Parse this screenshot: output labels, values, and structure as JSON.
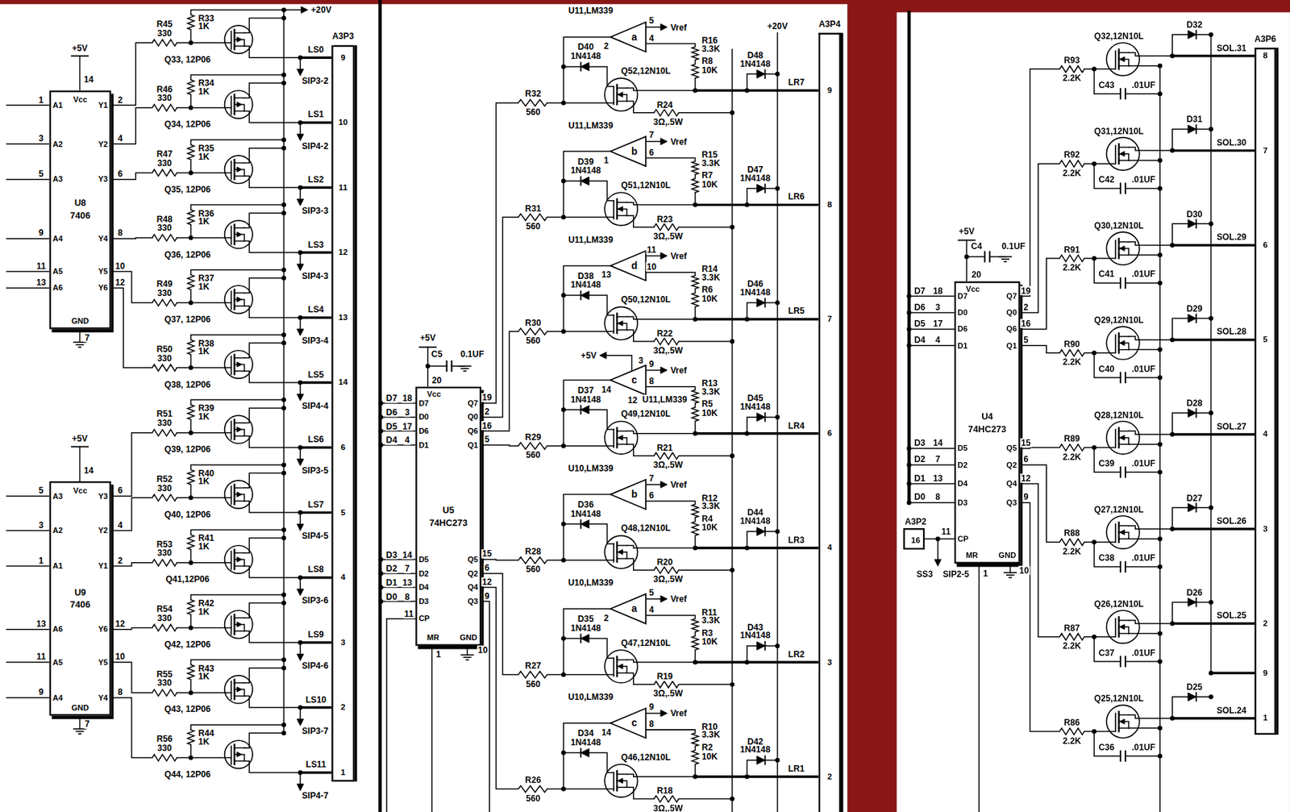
{
  "diagram": {
    "nodes": [
      {
        "text": [
          "Vcc",
          "A1",
          "A2",
          "A3",
          "A4",
          "A5",
          "A6",
          "Y1",
          "Y2",
          "Y3",
          "Y4",
          "Y5",
          "Y6",
          "U8",
          "7406",
          "GND"
        ]
      },
      {
        "text": [
          "Vcc",
          "A3",
          "A2",
          "A1",
          "A6",
          "A5",
          "A4",
          "Y3",
          "Y2",
          "Y1",
          "Y6",
          "Y5",
          "Y4",
          "U9",
          "7406",
          "GND"
        ]
      },
      {
        "text": [
          "A3P3",
          "9",
          "10",
          "11",
          "12",
          "13",
          "14",
          "6",
          "5",
          "4",
          "3",
          "2",
          "1"
        ]
      },
      {
        "text": [
          "Vcc",
          "D7",
          "D0",
          "D6",
          "D1",
          "D5",
          "D2",
          "D4",
          "D3",
          "CP",
          "MR",
          "GND",
          "Q7",
          "Q0",
          "Q6",
          "Q1",
          "Q5",
          "Q2",
          "Q4",
          "Q3",
          "U5",
          "74HC273"
        ]
      },
      {
        "text": [
          "a"
        ]
      },
      {
        "text": [
          "b"
        ]
      },
      {
        "text": [
          "d"
        ]
      },
      {
        "text": [
          "c"
        ]
      },
      {
        "text": [
          "b"
        ]
      },
      {
        "text": [
          "a"
        ]
      },
      {
        "text": [
          "c"
        ]
      },
      {
        "text": [
          "A3P4",
          "9",
          "8",
          "7",
          "6",
          "4",
          "3",
          "2"
        ]
      },
      {
        "text": [
          "Vcc",
          "D7",
          "D0",
          "D6",
          "D1",
          "D5",
          "D2",
          "D4",
          "D3",
          "CP",
          "MR",
          "GND",
          "Q7",
          "Q0",
          "Q6",
          "Q1",
          "Q5",
          "Q2",
          "Q4",
          "Q3",
          "U4",
          "74HC273"
        ]
      },
      {
        "text": [
          "A3P2",
          "16"
        ]
      },
      {
        "text": [
          "A3P6",
          "8",
          "7",
          "6",
          "5",
          "4",
          "3",
          "2",
          "9",
          "1"
        ]
      }
    ],
    "labels": [
      "+5V",
      "14",
      "7",
      "1",
      "3",
      "5",
      "9",
      "11",
      "13",
      "2",
      "4",
      "6",
      "8",
      "10",
      "12",
      "+5V",
      "14",
      "7",
      "5",
      "3",
      "1",
      "13",
      "11",
      "9",
      "6",
      "4",
      "2",
      "12",
      "10",
      "8",
      "+20V",
      "R45",
      "330",
      "R33",
      "1K",
      "Q33, 12P06",
      "LS0",
      "SIP3-2",
      "R46",
      "330",
      "R34",
      "1K",
      "Q34, 12P06",
      "LS1",
      "SIP4-2",
      "R47",
      "330",
      "R35",
      "1K",
      "Q35, 12P06",
      "LS2",
      "SIP3-3",
      "R48",
      "330",
      "R36",
      "1K",
      "Q36, 12P06",
      "LS3",
      "SIP4-3",
      "R49",
      "330",
      "R37",
      "1K",
      "Q37, 12P06",
      "LS4",
      "SIP3-4",
      "R50",
      "330",
      "R38",
      "1K",
      "Q38, 12P06",
      "LS5",
      "SIP4-4",
      "R51",
      "330",
      "R39",
      "1K",
      "Q39, 12P06",
      "LS6",
      "SIP3-5",
      "R52",
      "330",
      "R40",
      "1K",
      "Q40, 12P06",
      "LS7",
      "SIP4-5",
      "R53",
      "330",
      "R41",
      "1K",
      "Q41,12P06",
      "LS8",
      "SIP3-6",
      "R54",
      "330",
      "R42",
      "1K",
      "Q42, 12P06",
      "LS9",
      "SIP4-6",
      "R55",
      "330",
      "R43",
      "1K",
      "Q43, 12P06",
      "LS10",
      "SIP3-7",
      "R56",
      "330",
      "R44",
      "1K",
      "Q44, 12P06",
      "LS11",
      "SIP4-7",
      "+5V",
      "C5",
      "0.1UF",
      "20",
      "D7",
      "18",
      "D6",
      "3",
      "D5",
      "17",
      "D4",
      "4",
      "D3",
      "14",
      "D2",
      "7",
      "D1",
      "13",
      "D0",
      "8",
      "11",
      "1",
      "10",
      "19",
      "2",
      "16",
      "5",
      "15",
      "6",
      "12",
      "9",
      "+20V",
      "U11,LM339",
      "2",
      "5",
      "Vref",
      "4",
      "D40",
      "1N4148",
      "Q52,12N10L",
      "R16",
      "3.3K",
      "R8",
      "10K",
      "R24",
      "3Ω,.5W",
      "D48",
      "1N4148",
      "LR7",
      "R32",
      "560",
      "U11,LM339",
      "1",
      "7",
      "Vref",
      "6",
      "D39",
      "1N4148",
      "Q51,12N10L",
      "R15",
      "3.3K",
      "R7",
      "10K",
      "R23",
      "3Ω,.5W",
      "D47",
      "1N4148",
      "LR6",
      "R31",
      "560",
      "U11,LM339",
      "13",
      "11",
      "Vref",
      "10",
      "D38",
      "1N4148",
      "Q50,12N10L",
      "R14",
      "3.3K",
      "R6",
      "10K",
      "R22",
      "3Ω,.5W",
      "D46",
      "1N4148",
      "LR5",
      "R30",
      "560",
      "+5V",
      "3",
      "14",
      "9",
      "Vref",
      "U11,LM339",
      "12",
      "8",
      "D37",
      "1N4148",
      "Q49,12N10L",
      "R13",
      "3.3K",
      "R5",
      "10K",
      "R21",
      "3Ω,.5W",
      "D45",
      "1N4148",
      "LR4",
      "R29",
      "560",
      "U10,LM339",
      "7",
      "Vref",
      "6",
      "D36",
      "1N4148",
      "Q48,12N10L",
      "R12",
      "3.3K",
      "R4",
      "10K",
      "R20",
      "3Ω,.5W",
      "D44",
      "1N4148",
      "LR3",
      "R28",
      "560",
      "U10,LM339",
      "2",
      "5",
      "Vref",
      "4",
      "D35",
      "1N4148",
      "Q47,12N10L",
      "R11",
      "3.3K",
      "R3",
      "10K",
      "R19",
      "3Ω,.5W",
      "D43",
      "1N4148",
      "LR2",
      "R27",
      "560",
      "U10,LM339",
      "14",
      "9",
      "Vref",
      "8",
      "D34",
      "1N4148",
      "Q46,12N10L",
      "R10",
      "3.3K",
      "R2",
      "10K",
      "R18",
      "3Ω,.5W",
      "D42",
      "1N4148",
      "LR1",
      "R26",
      "560",
      "+5V",
      "C4",
      "0.1UF",
      "20",
      "D7",
      "18",
      "D6",
      "3",
      "D5",
      "17",
      "D4",
      "4",
      "D3",
      "14",
      "D2",
      "7",
      "D1",
      "13",
      "D0",
      "8",
      "19",
      "2",
      "16",
      "5",
      "15",
      "6",
      "12",
      "9",
      "11",
      "1",
      "10",
      "SS3",
      "SIP2-5",
      "Q32,12N10L",
      "R93",
      "2.2K",
      "C43",
      ".01UF",
      "D32",
      "SOL.31",
      "Q31,12N10L",
      "R92",
      "2.2K",
      "C42",
      ".01UF",
      "D31",
      "SOL.30",
      "Q30,12N10L",
      "R91",
      "2.2K",
      "C41",
      ".01UF",
      "D30",
      "SOL.29",
      "Q29,12N10L",
      "R90",
      "2.2K",
      "C40",
      ".01UF",
      "D29",
      "SOL.28",
      "Q28,12N10L",
      "R89",
      "2.2K",
      "C39",
      ".01UF",
      "D28",
      "SOL.27",
      "Q27,12N10L",
      "R88",
      "2.2K",
      "C38",
      ".01UF",
      "D27",
      "SOL.26",
      "Q26,12N10L",
      "R87",
      "2.2K",
      "C37",
      ".01UF",
      "D26",
      "SOL.25",
      "Q25,12N10L",
      "R86",
      "2.2K",
      "C36",
      ".01UF",
      "D25",
      "SOL.24"
    ]
  }
}
